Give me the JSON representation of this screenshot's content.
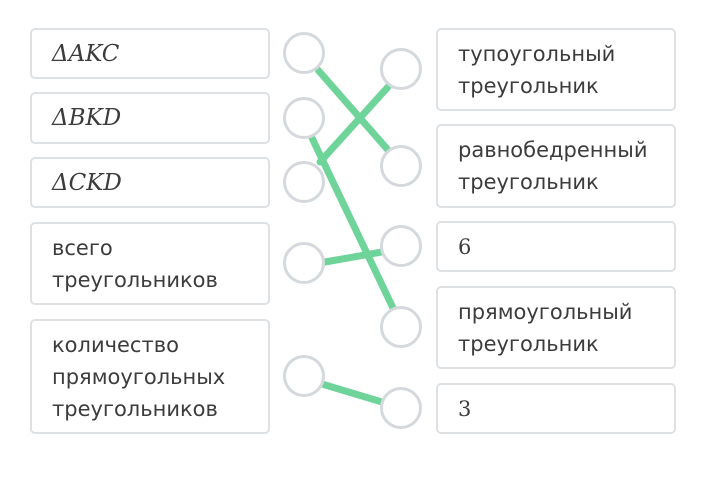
{
  "left_items": [
    {
      "id": "akc",
      "label": "ΔAKC"
    },
    {
      "id": "bkd",
      "label": "ΔBKD"
    },
    {
      "id": "ckd",
      "label": "ΔCKD"
    },
    {
      "id": "total",
      "label": "всего треугольников"
    },
    {
      "id": "right_count",
      "label": "количество прямоугольных треугольников"
    }
  ],
  "right_items": [
    {
      "id": "obtuse",
      "label": "тупоугольный треугольник"
    },
    {
      "id": "isosceles",
      "label": "равнобедренный треугольник"
    },
    {
      "id": "six",
      "label": "6"
    },
    {
      "id": "right",
      "label": "прямоугольный треугольник"
    },
    {
      "id": "three",
      "label": "3"
    }
  ],
  "connections": [
    {
      "left": "akc",
      "right": "isosceles"
    },
    {
      "left": "bkd",
      "right": "right"
    },
    {
      "left": "ckd",
      "right": "obtuse"
    },
    {
      "left": "total",
      "right": "six"
    },
    {
      "left": "right_count",
      "right": "three"
    }
  ],
  "colors": {
    "link": "#6fd49a",
    "card_border": "#dde1e4",
    "dot_border": "#d5d9dd"
  }
}
